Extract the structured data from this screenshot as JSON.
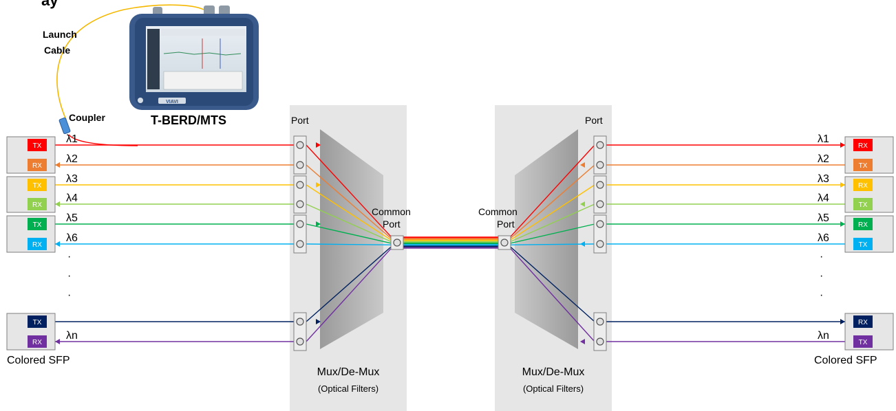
{
  "title": "ay",
  "device": {
    "name": "T-BERD/MTS",
    "brand": "VIAVI",
    "launch_cable_label": [
      "Launch",
      "Cable"
    ],
    "coupler_label": "Coupler"
  },
  "mux_label": "Mux/De-Mux",
  "mux_sublabel": "(Optical Filters)",
  "port_label": "Port",
  "common_port_label": [
    "Common",
    "Port"
  ],
  "sfp_label": "Colored SFP",
  "ellipsis": "·",
  "channels": [
    {
      "lambda": "λ1",
      "color": "#ff0000",
      "left": "TX",
      "right": "RX"
    },
    {
      "lambda": "λ2",
      "color": "#ed7d31",
      "left": "RX",
      "right": "TX"
    },
    {
      "lambda": "λ3",
      "color": "#ffc000",
      "left": "TX",
      "right": "RX"
    },
    {
      "lambda": "λ4",
      "color": "#92d050",
      "left": "RX",
      "right": "TX"
    },
    {
      "lambda": "λ5",
      "color": "#00b050",
      "left": "TX",
      "right": "RX"
    },
    {
      "lambda": "λ6",
      "color": "#00b0f0",
      "left": "RX",
      "right": "TX"
    },
    {
      "lambda": "",
      "color": "#002060",
      "left": "TX",
      "right": "RX"
    },
    {
      "lambda": "λn",
      "color": "#7030a0",
      "left": "RX",
      "right": "TX"
    }
  ],
  "colors": {
    "panel": "#e6e6e6",
    "box_border": "#7f7f7f",
    "mux_dark": "#808080",
    "mux_light": "#c8c8c8"
  }
}
